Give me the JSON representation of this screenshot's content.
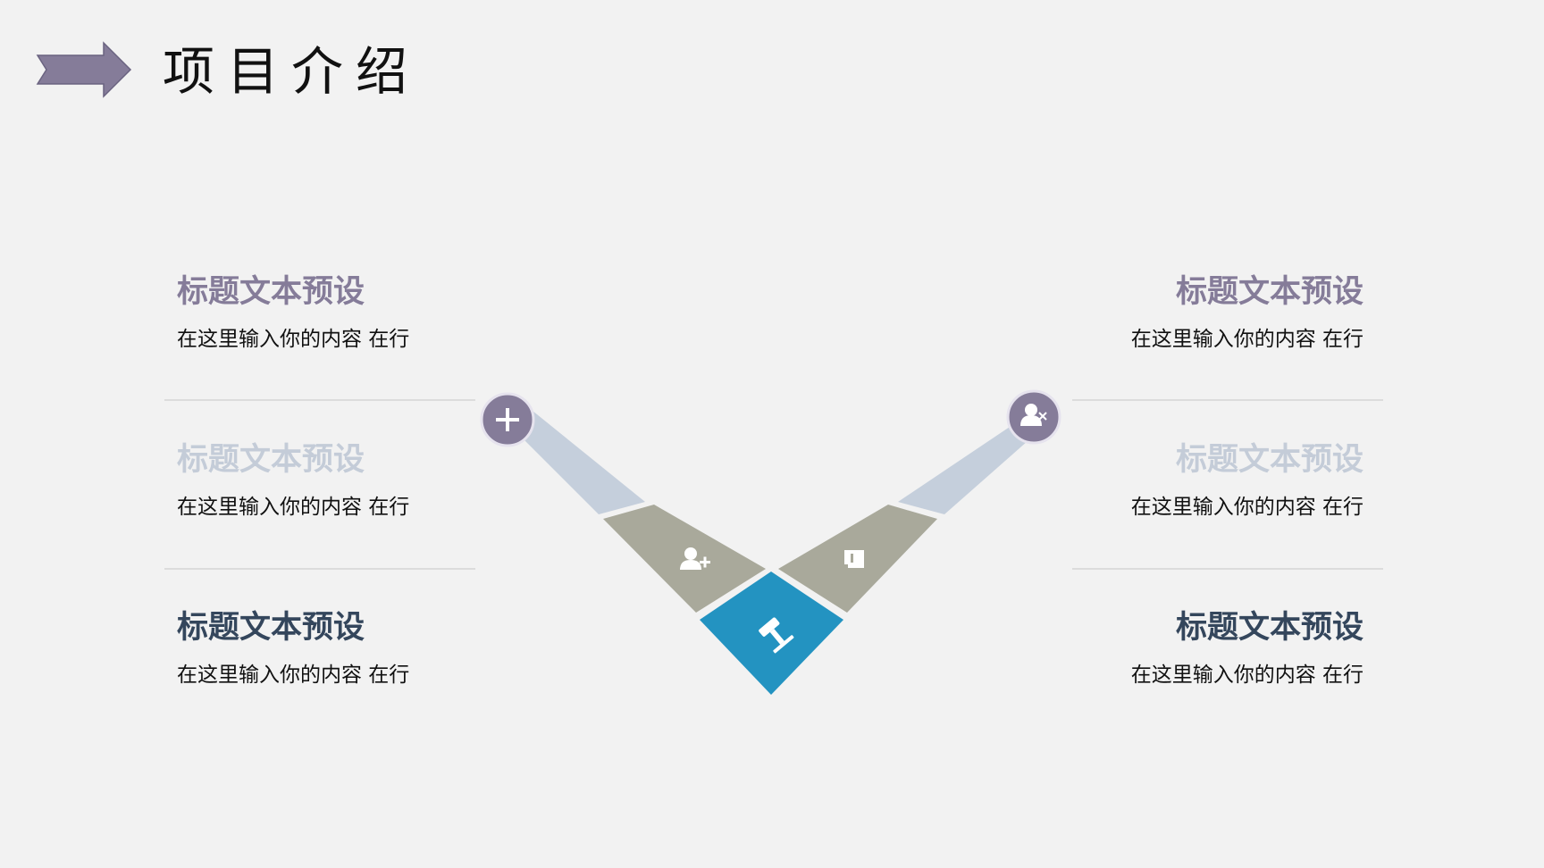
{
  "header": {
    "title": "项目介绍",
    "arrow_icon": "right-arrow-icon"
  },
  "colors": {
    "accent_purple": "#857c99",
    "title_purple": "#857c99",
    "title_light": "#c4ccd8",
    "title_dark": "#34465c",
    "panel_grey": "#a9a99b",
    "ray_light": "#c5cfdc",
    "center_blue": "#2393c1"
  },
  "left_blocks": [
    {
      "title": "标题文本预设",
      "desc": "在这里输入你的内容 在行",
      "tone": "purple"
    },
    {
      "title": "标题文本预设",
      "desc": "在这里输入你的内容 在行",
      "tone": "light"
    },
    {
      "title": "标题文本预设",
      "desc": "在这里输入你的内容 在行",
      "tone": "dark"
    }
  ],
  "right_blocks": [
    {
      "title": "标题文本预设",
      "desc": "在这里输入你的内容 在行",
      "tone": "purple"
    },
    {
      "title": "标题文本预设",
      "desc": "在这里输入你的内容 在行",
      "tone": "light"
    },
    {
      "title": "标题文本预设",
      "desc": "在这里输入你的内容 在行",
      "tone": "dark"
    }
  ],
  "diagram": {
    "left_circle_icon": "plus-icon",
    "right_circle_icon": "user-remove-icon",
    "left_panel_icon": "user-add-icon",
    "right_panel_icon": "scroll-icon",
    "center_icon": "gavel-icon"
  }
}
